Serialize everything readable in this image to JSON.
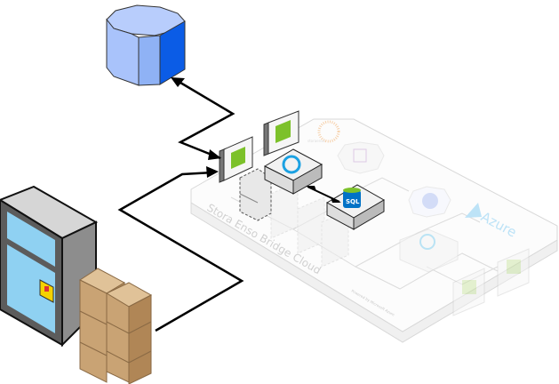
{
  "platform": {
    "title": "Stora Enso Bridge Cloud",
    "brand_text": "Azure",
    "powered_by": "Powered by Microsoft Azure",
    "logo_text": "storaenso"
  },
  "sql_label": "SQL",
  "colors": {
    "database_top": "#b8cdfc",
    "database_front": "#8fb2f5",
    "database_side": "#0b5ce6",
    "azure_blue": "#1ba1e2",
    "api_green": "#7cc12a",
    "connector": "#000000"
  }
}
